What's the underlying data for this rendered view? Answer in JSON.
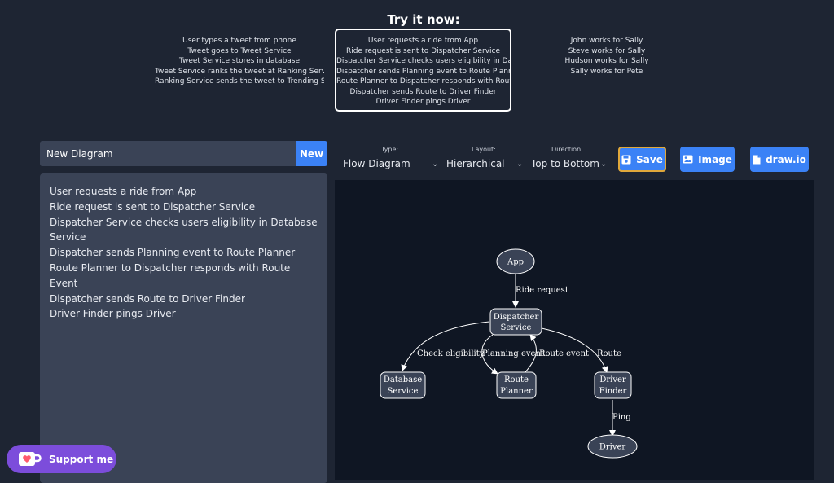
{
  "header": {
    "title": "Try it now:"
  },
  "examples": [
    {
      "lines": [
        "User types a tweet from phone",
        "Tweet goes to Tweet Service",
        "Tweet Service stores in database",
        "Tweet Service ranks the tweet at Ranking Service",
        "Ranking Service sends the tweet to Trending Servi"
      ]
    },
    {
      "lines": [
        "User requests a ride from App",
        "Ride request is sent to Dispatcher Service",
        "Dispatcher Service checks users eligibility in Datab",
        "Dispatcher sends Planning event to Route Planner",
        "Route Planner to Dispatcher responds with Route E",
        "Dispatcher sends Route to Driver Finder",
        "Driver Finder pings Driver"
      ]
    },
    {
      "lines": [
        "John works for Sally",
        "Steve works for Sally",
        "Hudson works for Sally",
        "Sally works for Pete"
      ]
    }
  ],
  "diagram_name": {
    "value": "New Diagram",
    "new_label": "New"
  },
  "editor": {
    "lines": [
      "User requests a ride from App",
      "Ride request is sent to Dispatcher Service",
      "Dispatcher Service checks users eligibility in Database Service",
      "Dispatcher sends Planning event to Route Planner",
      "Route Planner to Dispatcher responds with Route Event",
      "Dispatcher sends Route to Driver Finder",
      "Driver Finder pings Driver"
    ]
  },
  "options": {
    "type": {
      "label": "Type:",
      "value": "Flow Diagram"
    },
    "layout": {
      "label": "Layout:",
      "value": "Hierarchical"
    },
    "direction": {
      "label": "Direction:",
      "value": "Top to Bottom"
    }
  },
  "buttons": {
    "save": "Save",
    "image": "Image",
    "drawio": "draw.io"
  },
  "diagram": {
    "nodes": {
      "app": "App",
      "dispatcher_1": "Dispatcher",
      "dispatcher_2": "Service",
      "database_1": "Database",
      "database_2": "Service",
      "planner_1": "Route",
      "planner_2": "Planner",
      "finder_1": "Driver",
      "finder_2": "Finder",
      "driver": "Driver"
    },
    "edges": {
      "ride_request": "Ride request",
      "check_eligibility": "Check eligibility",
      "planning_event": "Planning event",
      "route_event": "Route event",
      "route": "Route",
      "ping": "Ping"
    }
  },
  "support": {
    "label": "Support me"
  },
  "colors": {
    "accent": "#3b82f6",
    "save_border": "#e0a83b",
    "support": "#7c4ddb",
    "node_fill": "#3a4356"
  }
}
